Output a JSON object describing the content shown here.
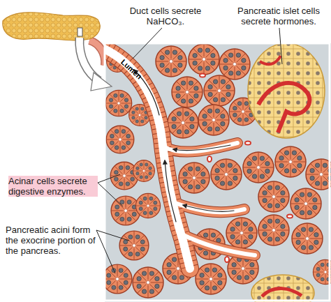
{
  "diagram": {
    "labels": [
      "Duct cells secrete NaHCO₃.",
      "Pancreatic islet cells secrete hormones.",
      "Lumen",
      "Acinar cells secrete digestive enzymes.",
      "Pancreatic acini form the exocrine portion of the pancreas."
    ]
  }
}
